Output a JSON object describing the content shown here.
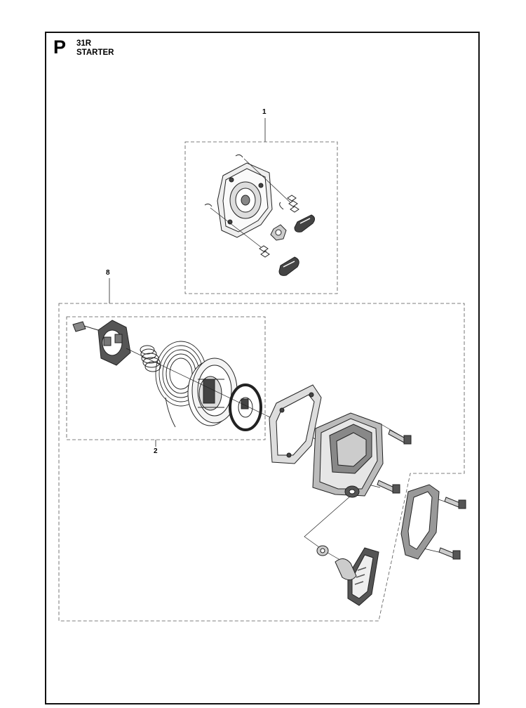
{
  "header": {
    "section_letter": "P",
    "model": "31R",
    "title": "STARTER"
  },
  "callouts": [
    {
      "id": "1",
      "label": "1"
    },
    {
      "id": "8",
      "label": "8"
    },
    {
      "id": "2",
      "label": "2"
    }
  ]
}
